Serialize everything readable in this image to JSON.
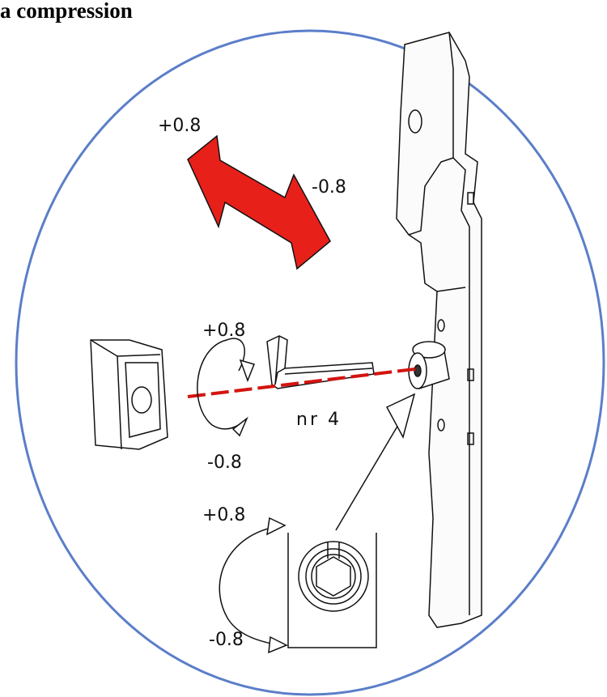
{
  "heading": "a compression",
  "labels": {
    "translation_plus": "+0.8",
    "translation_minus": "-0.8",
    "rotation_plus": "+0.8",
    "rotation_minus": "-0.8",
    "part_name": "nr 4",
    "bottom_plus": "+0.8",
    "bottom_minus": "-0.8"
  },
  "colors": {
    "frame_circle": "#5b7ec9",
    "arrow": "#e8201a",
    "axis": "#d4140f",
    "line": "#111111"
  },
  "icons": {
    "adjustment_arrow": "double-headed-arrow-icon",
    "rotation": "rotation-arrow-icon",
    "detail": "hex-socket-detail-icon"
  }
}
